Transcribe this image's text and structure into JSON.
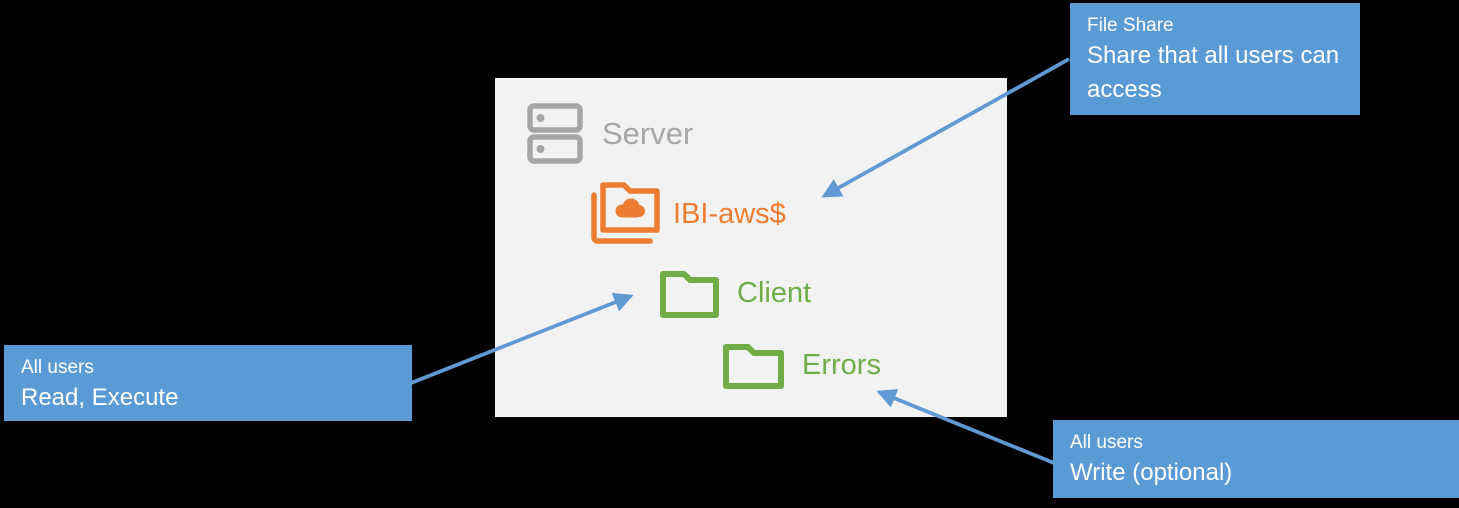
{
  "panel": {
    "server_label": "Server",
    "folders": [
      {
        "label": "IBI-aws$",
        "icon": "shared-cloud-folder-icon",
        "color": "#ED7D31"
      },
      {
        "label": "Client",
        "icon": "folder-icon",
        "color": "#70AD47"
      },
      {
        "label": "Errors",
        "icon": "folder-icon",
        "color": "#70AD47"
      }
    ]
  },
  "callouts": [
    {
      "title": "File Share",
      "body": "Share that all users can access",
      "target_label": "IBI-aws$"
    },
    {
      "title": "All users",
      "body": "Read, Execute",
      "target_label": "Client"
    },
    {
      "title": "All users",
      "body": "Write (optional)",
      "target_label": "Errors"
    }
  ],
  "colors": {
    "background": "#000000",
    "panel_background": "#F2F2F2",
    "callout_blue": "#5B9BD5",
    "arrow_blue": "#6199D4",
    "server_gray": "#A6A6A6",
    "share_orange": "#ED7D31",
    "folder_green": "#70AD47",
    "callout_text": "#FFFFFF"
  }
}
